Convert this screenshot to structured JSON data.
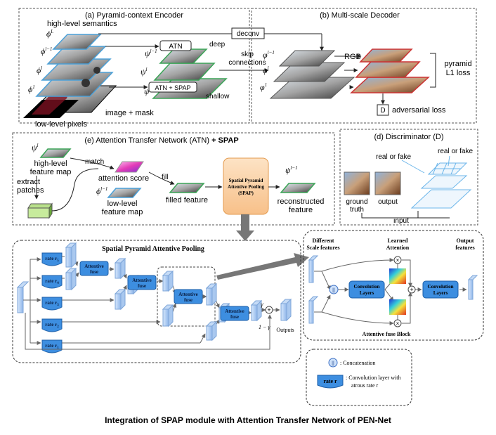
{
  "caption": "Integration of SPAP module with Attention Transfer Network of PEN-Net",
  "encoder": {
    "title": "(a) Pyramid-context Encoder",
    "high_level": "high-level semantics",
    "low_level": "low-level pixels",
    "image_mask": "image + mask",
    "phi_L": "ϕ",
    "phi_L_sup": "L",
    "phi_l1": "ϕ",
    "phi_l1_sup": "l−1",
    "phi_l": "ϕ",
    "phi_l_sup": "l",
    "phi_1": "ϕ",
    "phi_1_sup": "1",
    "psi_l1": "ψ",
    "psi_l1_sup": "l−1",
    "psi_l": "ψ",
    "psi_l_sup": "l",
    "psi_1": "ψ",
    "psi_1_sup": "1",
    "atn_box": "ATN",
    "atn_spap_box": "ATN + SPAP",
    "deep": "deep",
    "shallow": "shallow",
    "deconv": "deconv",
    "skip": "skip",
    "connections": "connections"
  },
  "decoder": {
    "title": "(b) Multi-scale Decoder",
    "phi_l1": "φ",
    "phi_l1_sup": "l−1",
    "phi_l": "φ",
    "phi_l_sup": "l",
    "phi_1": "φ",
    "phi_1_sup": "1",
    "rgb": "RGB",
    "pyramid": "pyramid",
    "l1_loss": "L1 loss",
    "d_box": "D",
    "adversarial": "adversarial loss"
  },
  "atn": {
    "title_main": "(e) Attention Transfer Network (ATN)",
    "title_plus": "+ SPAP",
    "psi": "ψ",
    "psi_sup": "l",
    "high_level": "high-level",
    "feature_map": "feature map",
    "match": "match",
    "attention_score": "attention score",
    "extract": "extract",
    "patches": "patches",
    "phi": "ϕ",
    "phi_sup": "l−1",
    "low_level": "low-level",
    "feature_map2": "feature map",
    "fill": "fill",
    "filled_feature": "filled feature",
    "spap_line1": "Spatial Pyramid",
    "spap_line2": "Attentive Pooling",
    "spap_line3": "(SPAP)",
    "psi_out": "ψ",
    "psi_out_sup": "l−1",
    "reconstructed": "reconstructed",
    "feature": "feature"
  },
  "disc": {
    "title": "(d) Discriminator (D)",
    "real_fake_1": "real or fake",
    "real_fake_2": "real or fake",
    "ground": "ground",
    "truth": "truth",
    "output": "output",
    "input": "input"
  },
  "spap": {
    "title": "Spatial Pyramid Attentive Pooling",
    "rate_r5": "rate r",
    "rate_r5_sub": "5",
    "rate_r4": "rate r",
    "rate_r4_sub": "4",
    "rate_r3": "rate r",
    "rate_r3_sub": "3",
    "rate_r2": "rate r",
    "rate_r2_sub": "2",
    "rate_r1": "rate r",
    "rate_r1_sub": "1",
    "attentive": "Attentive",
    "fuse": "fuse",
    "gamma": "γ",
    "one_minus_gamma": "1 − γ",
    "outputs": "Outputs"
  },
  "fuse_block": {
    "different": "Different",
    "scale_features": "Scale features",
    "learned": "Learned",
    "attention": "Attention",
    "output": "Output",
    "features": "features",
    "convolution": "Convolution",
    "layers": "Layers",
    "title": "Attentive fuse Block"
  },
  "legend": {
    "concat_symbol": "||",
    "concat": ": Concatenation",
    "rate_label": "rate r",
    "conv_line1": ": Convolution layer with",
    "conv_line2": "atrous rate r"
  }
}
